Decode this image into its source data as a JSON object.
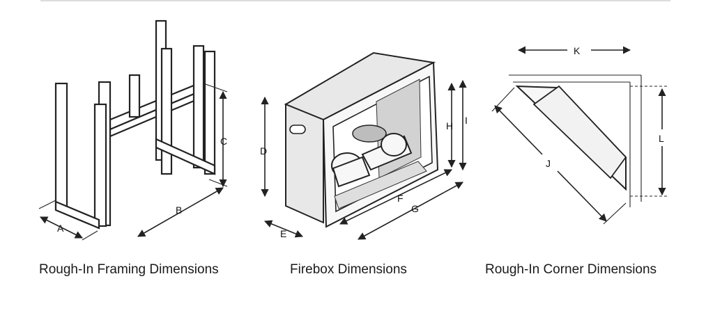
{
  "figures": [
    {
      "caption": "Rough-In Framing Dimensions",
      "labels": {
        "a": "A",
        "b": "B",
        "c": "C"
      }
    },
    {
      "caption": "Firebox Dimensions",
      "labels": {
        "d": "D",
        "e": "E",
        "f": "F",
        "g": "G",
        "h": "H",
        "i": "I"
      }
    },
    {
      "caption": "Rough-In Corner Dimensions",
      "labels": {
        "j": "J",
        "k": "K",
        "l": "L"
      }
    }
  ]
}
